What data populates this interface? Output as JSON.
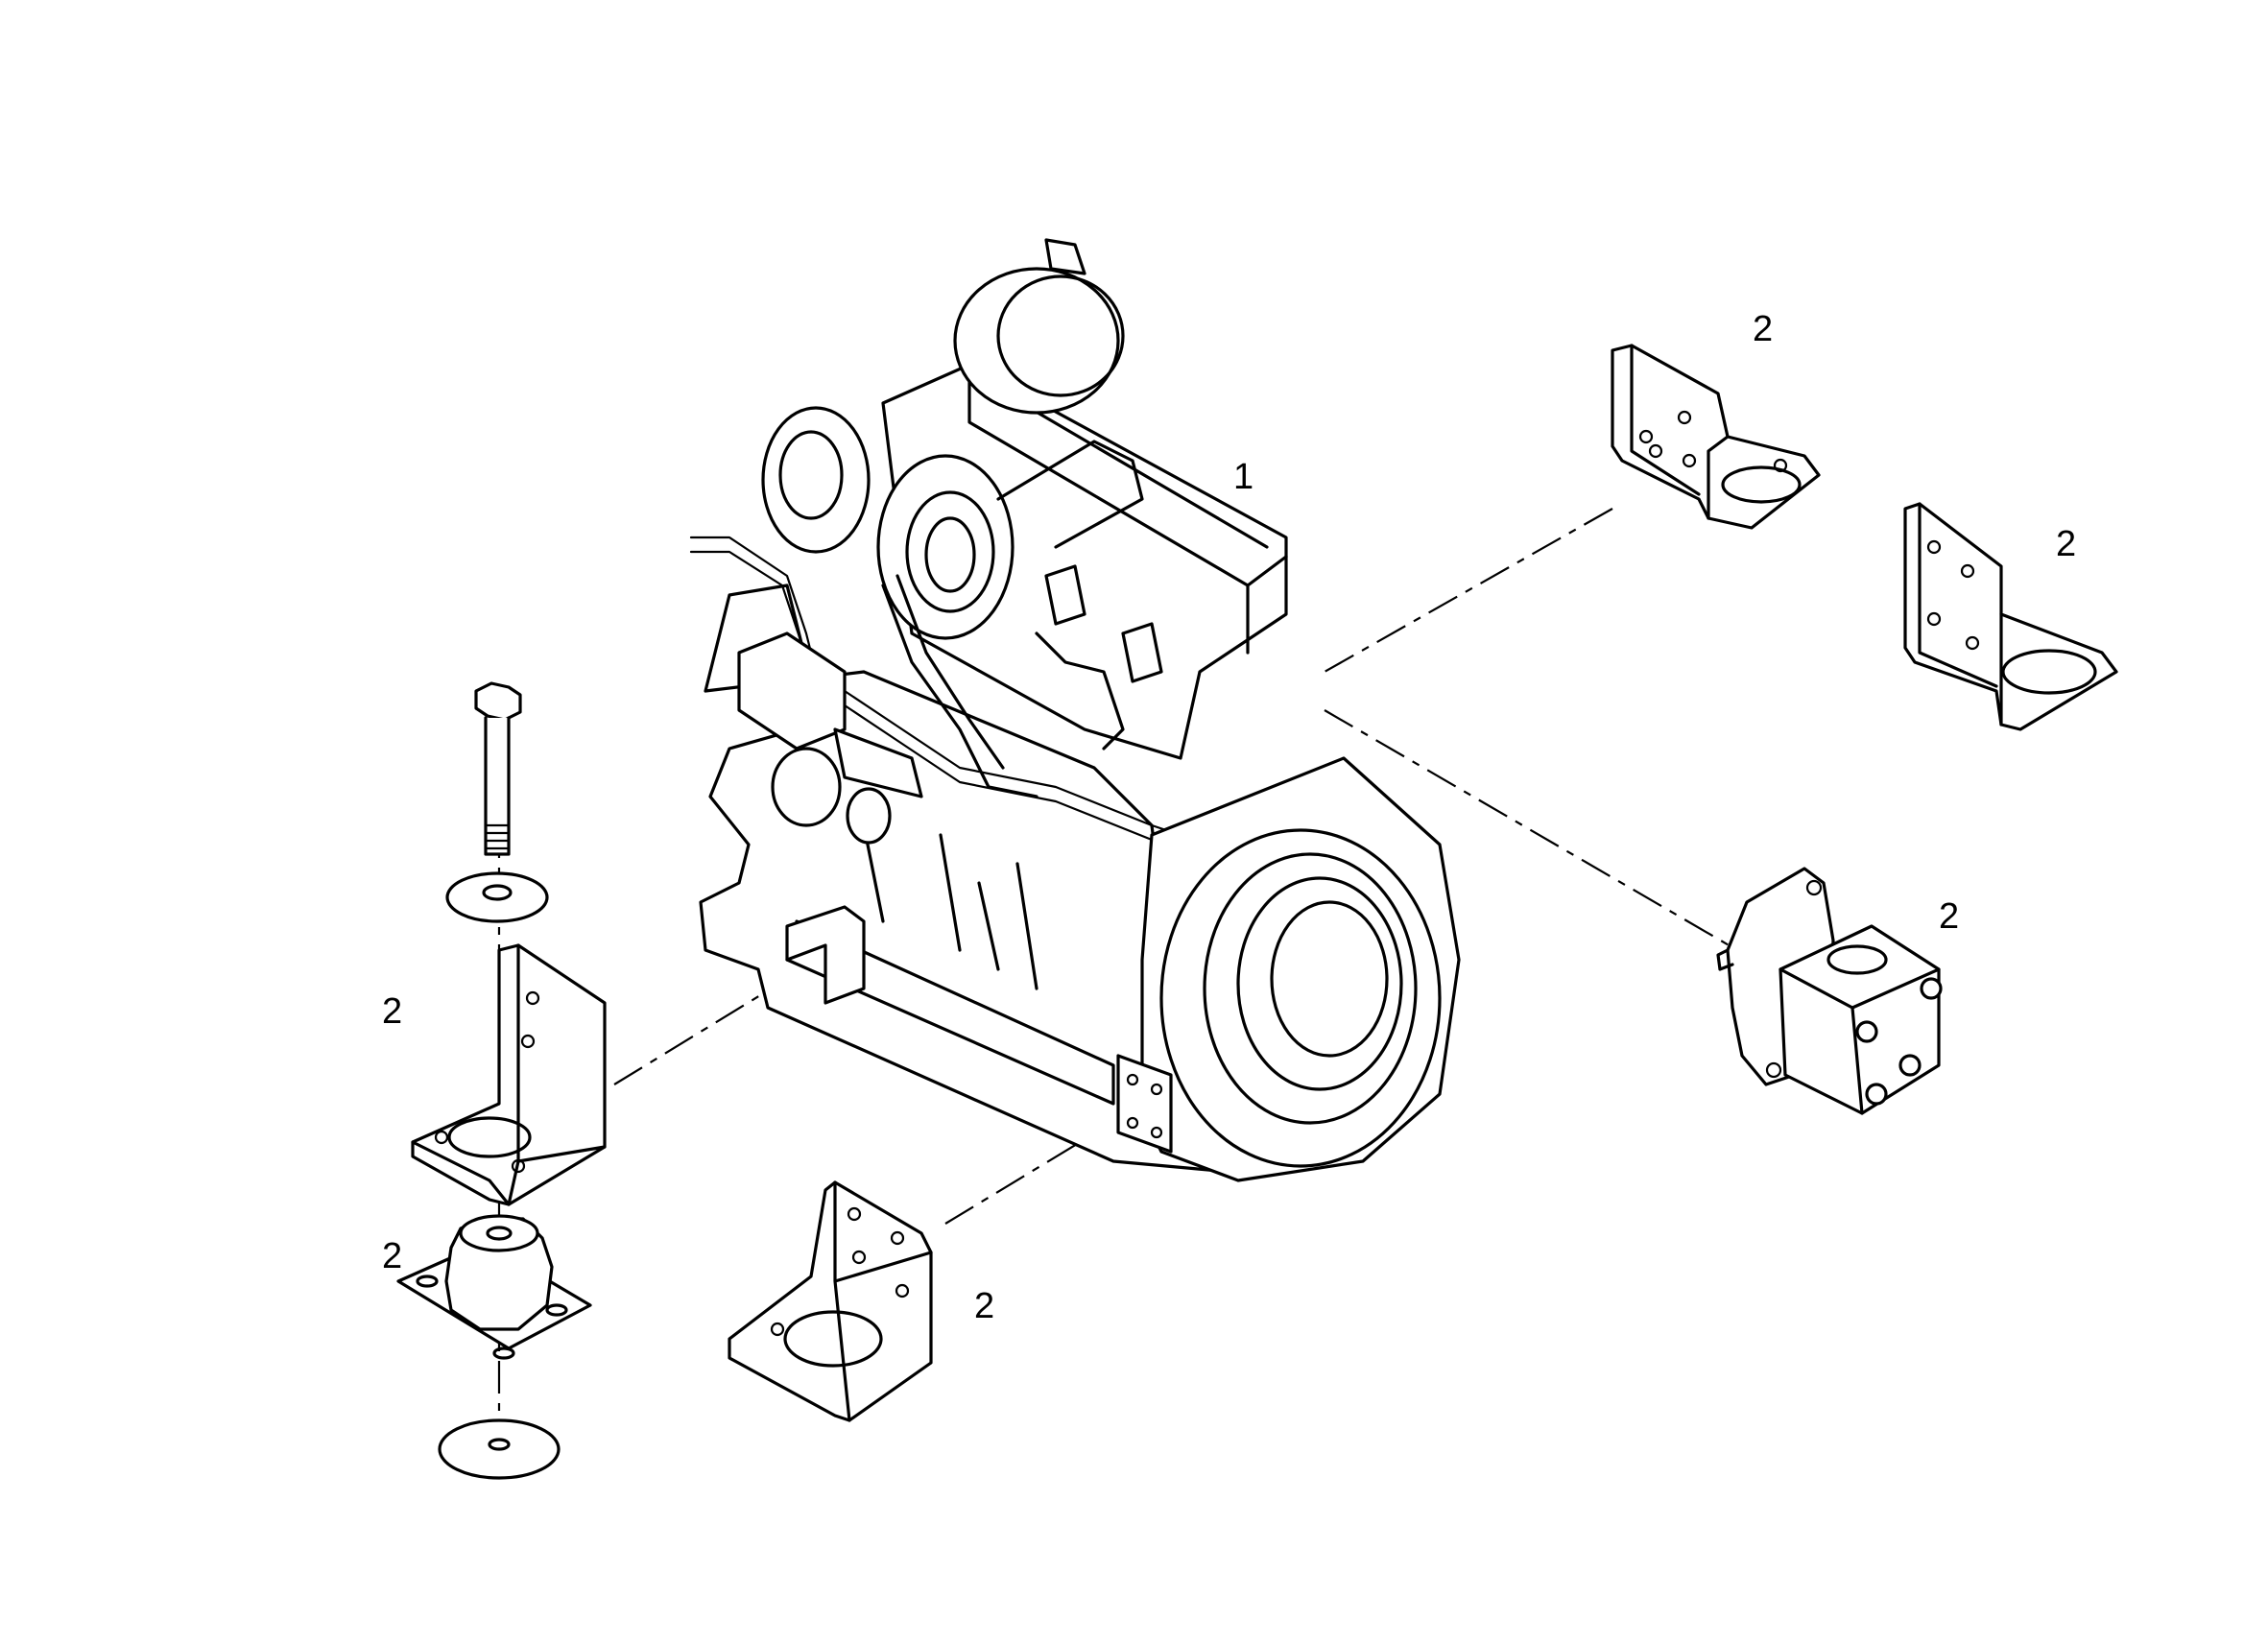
{
  "callouts": {
    "engine": "1",
    "bracket_top_right_a": "2",
    "bracket_top_right_b": "2",
    "pump_right": "2",
    "bracket_left": "2",
    "mount_left": "2",
    "bracket_bottom": "2"
  }
}
